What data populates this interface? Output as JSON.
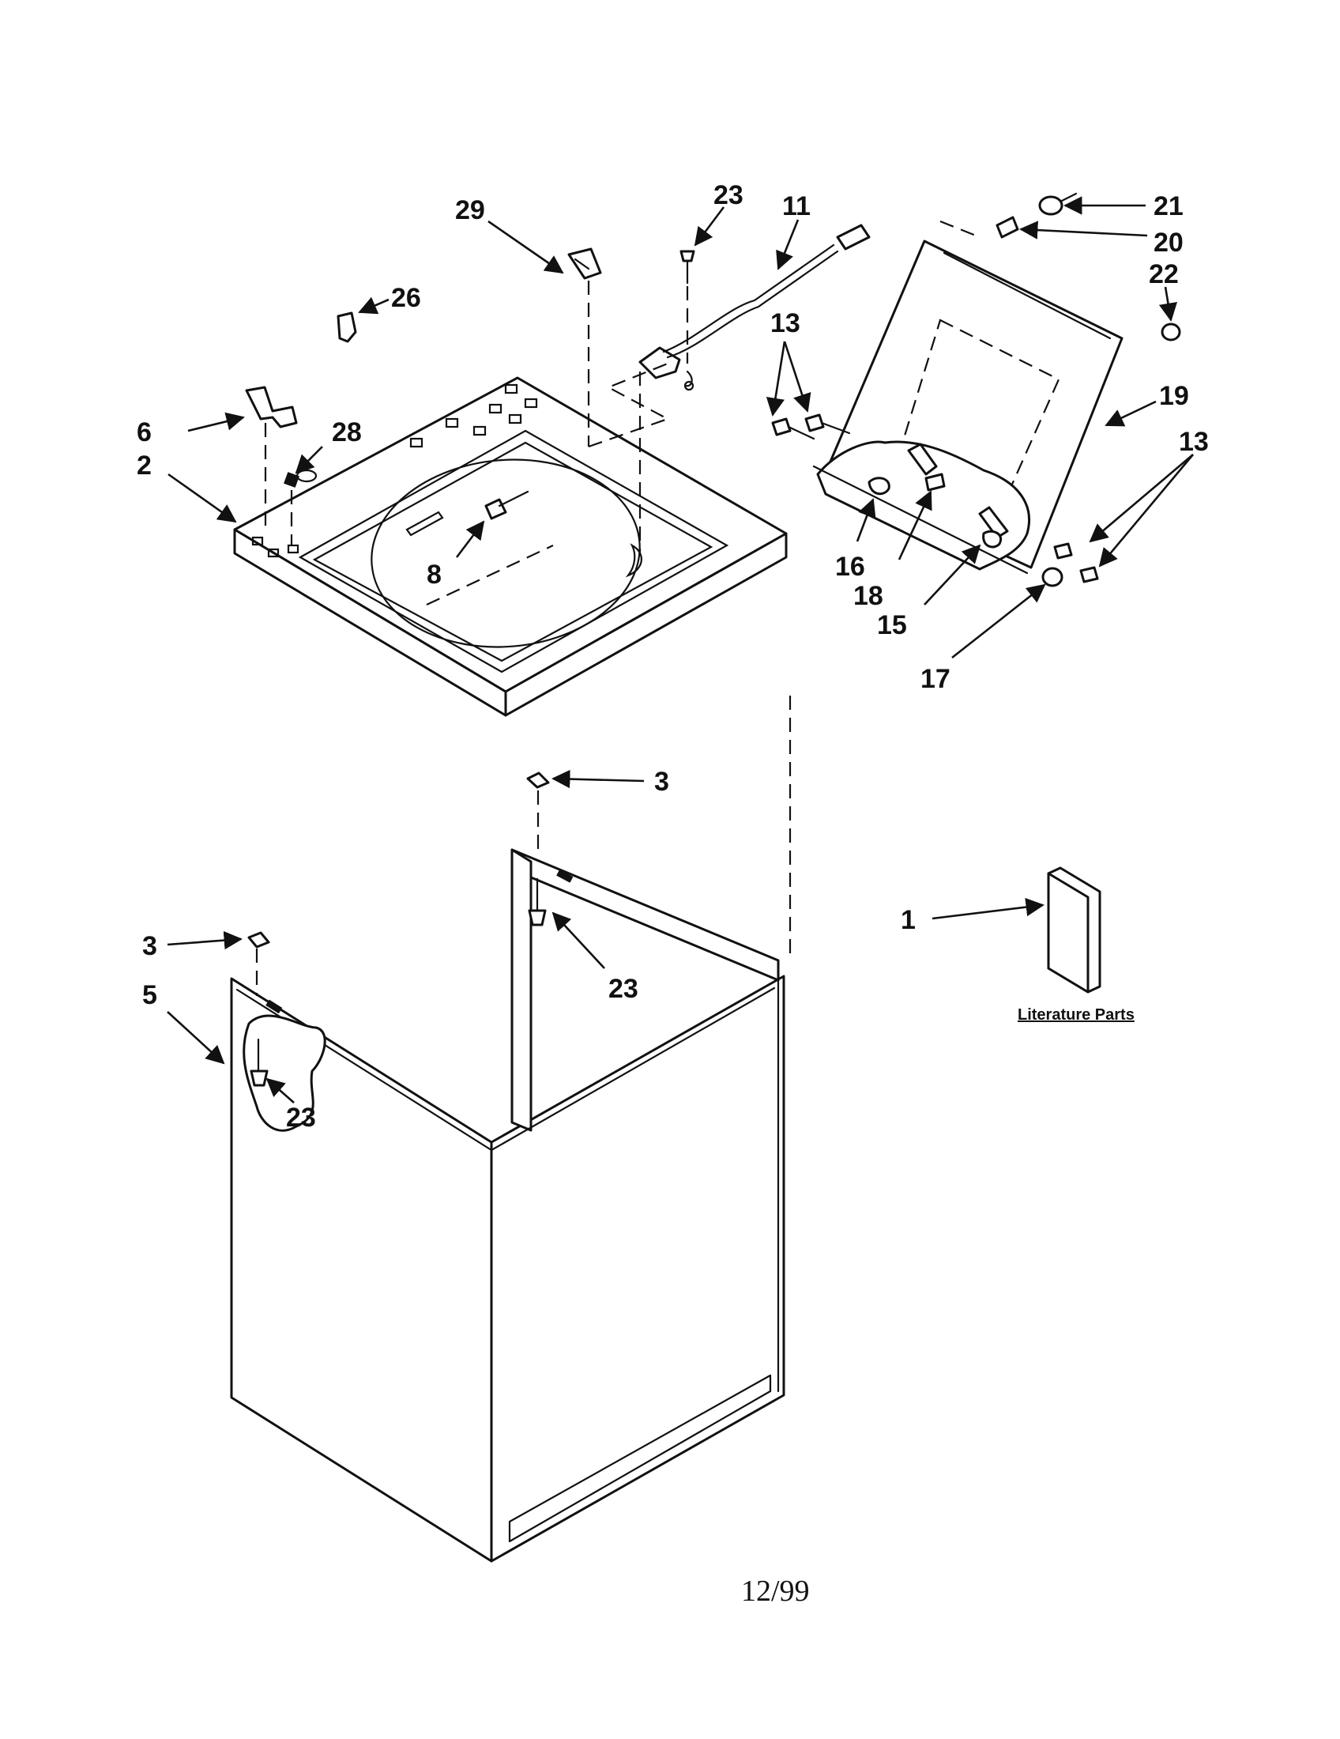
{
  "callouts": [
    {
      "id": "29",
      "text": "29"
    },
    {
      "id": "23a",
      "text": "23"
    },
    {
      "id": "11",
      "text": "11"
    },
    {
      "id": "21",
      "text": "21"
    },
    {
      "id": "20",
      "text": "20"
    },
    {
      "id": "22",
      "text": "22"
    },
    {
      "id": "26",
      "text": "26"
    },
    {
      "id": "13a",
      "text": "13"
    },
    {
      "id": "19",
      "text": "19"
    },
    {
      "id": "13b",
      "text": "13"
    },
    {
      "id": "6",
      "text": "6"
    },
    {
      "id": "28",
      "text": "28"
    },
    {
      "id": "2",
      "text": "2"
    },
    {
      "id": "8",
      "text": "8"
    },
    {
      "id": "16",
      "text": "16"
    },
    {
      "id": "18",
      "text": "18"
    },
    {
      "id": "15",
      "text": "15"
    },
    {
      "id": "17",
      "text": "17"
    },
    {
      "id": "3a",
      "text": "3"
    },
    {
      "id": "3b",
      "text": "3"
    },
    {
      "id": "5",
      "text": "5"
    },
    {
      "id": "23b",
      "text": "23"
    },
    {
      "id": "23c",
      "text": "23"
    },
    {
      "id": "1",
      "text": "1"
    }
  ],
  "literature_label": "Literature Parts",
  "date_code": "12/99"
}
